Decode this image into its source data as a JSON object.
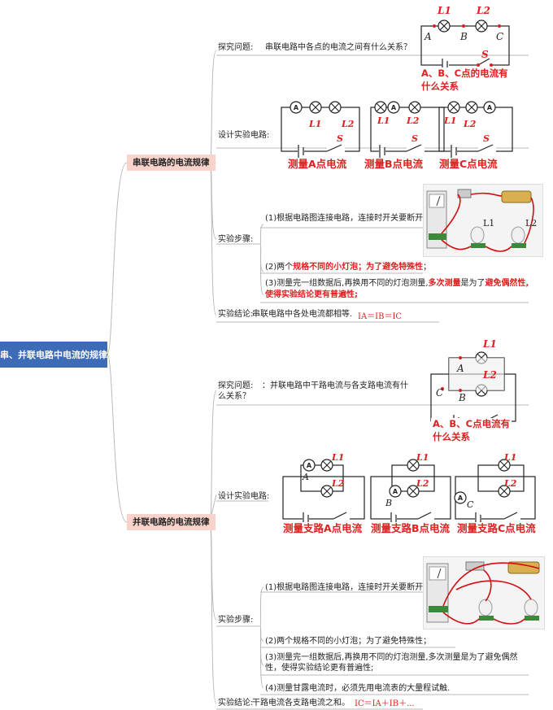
{
  "root_title": "串、并联电路中电流的规律",
  "series": {
    "branch_label": "串联电路的电流规律",
    "question_label": "探究问题:",
    "question_text": "串联电路中各点的电流之间有什么关系？",
    "question_caption_1": "A、B、C点的电流有",
    "question_caption_2": "什么关系",
    "design_label": "设计实验电路:",
    "design_captions": [
      "测量A点电流",
      "测量B点电流",
      "测量C点电流"
    ],
    "steps_label": "实验步骤:",
    "step1": "(1)根据电路图连接电路，连接时开关要断开",
    "step2_pre": "(2)两个",
    "step2_red": "规格不同的小灯泡；为了避免特殊性",
    "step2_post": "；",
    "step3_pre": "(3)测量完一组数据后,再换用不同的灯泡测量,",
    "step3_red1": "多次测量",
    "step3_mid": "是为了",
    "step3_red2": "避免偶然性,",
    "step3_red3": "使得实验结论更有普遍性;",
    "conclusion_label": "实验结论:",
    "conclusion_text": "串联电路中各处电流都相等.",
    "conclusion_eq": "IA＝IB＝IC"
  },
  "parallel": {
    "branch_label": "并联电路的电流规律",
    "question_label": "探究问题:",
    "question_text": "：并联电路中干路电流与各支路电流有什么关系？",
    "question_caption_1": "A、B、C点电流有",
    "question_caption_2": "什么关系",
    "design_label": "设计实验电路:",
    "design_captions": [
      "测量支路A点电流",
      "测量支路B点电流",
      "测量支路C点电流"
    ],
    "steps_label": "实验步骤:",
    "step1": "(1)根据电路图连接电路，连接时开关要断开",
    "step2": "(2)两个规格不同的小灯泡；为了避免特殊性；",
    "step3": "(3)测量完一组数据后,再换用不同的灯泡测量,多次测量是为了避免偶然性，使得实验结论更有普遍性;",
    "step4": "(4)测量甘露电流时，必须先用电流表的大量程试触.",
    "conclusion_label": "实验结论:",
    "conclusion_text": "干路电流各支路电流之和。",
    "conclusion_eq": "IC＝IA＋IB＋..."
  },
  "circuit_labels": {
    "L1": "L1",
    "L2": "L2",
    "S": "S",
    "A": "A",
    "B": "B",
    "C": "C",
    "ammeter": "A"
  }
}
